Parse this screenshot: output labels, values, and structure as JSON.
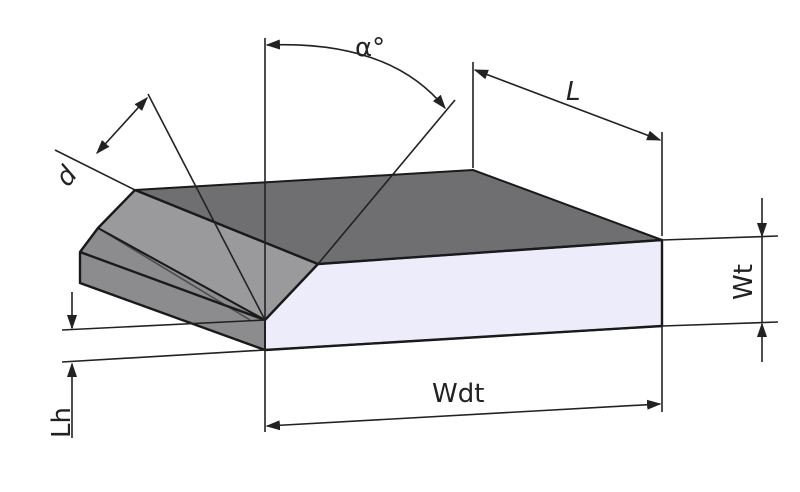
{
  "diagram": {
    "labels": {
      "angle": "α°",
      "length": "L",
      "bevel_depth": "d",
      "thickness": "Wt",
      "width": "Wdt",
      "land_height": "Lh"
    },
    "colors": {
      "top_face": "#6f6f71",
      "front_face": "#ececfa",
      "bevel_face": "#9a9a9c",
      "left_face": "#8c8c8e",
      "outline": "#1a1a1a"
    }
  }
}
